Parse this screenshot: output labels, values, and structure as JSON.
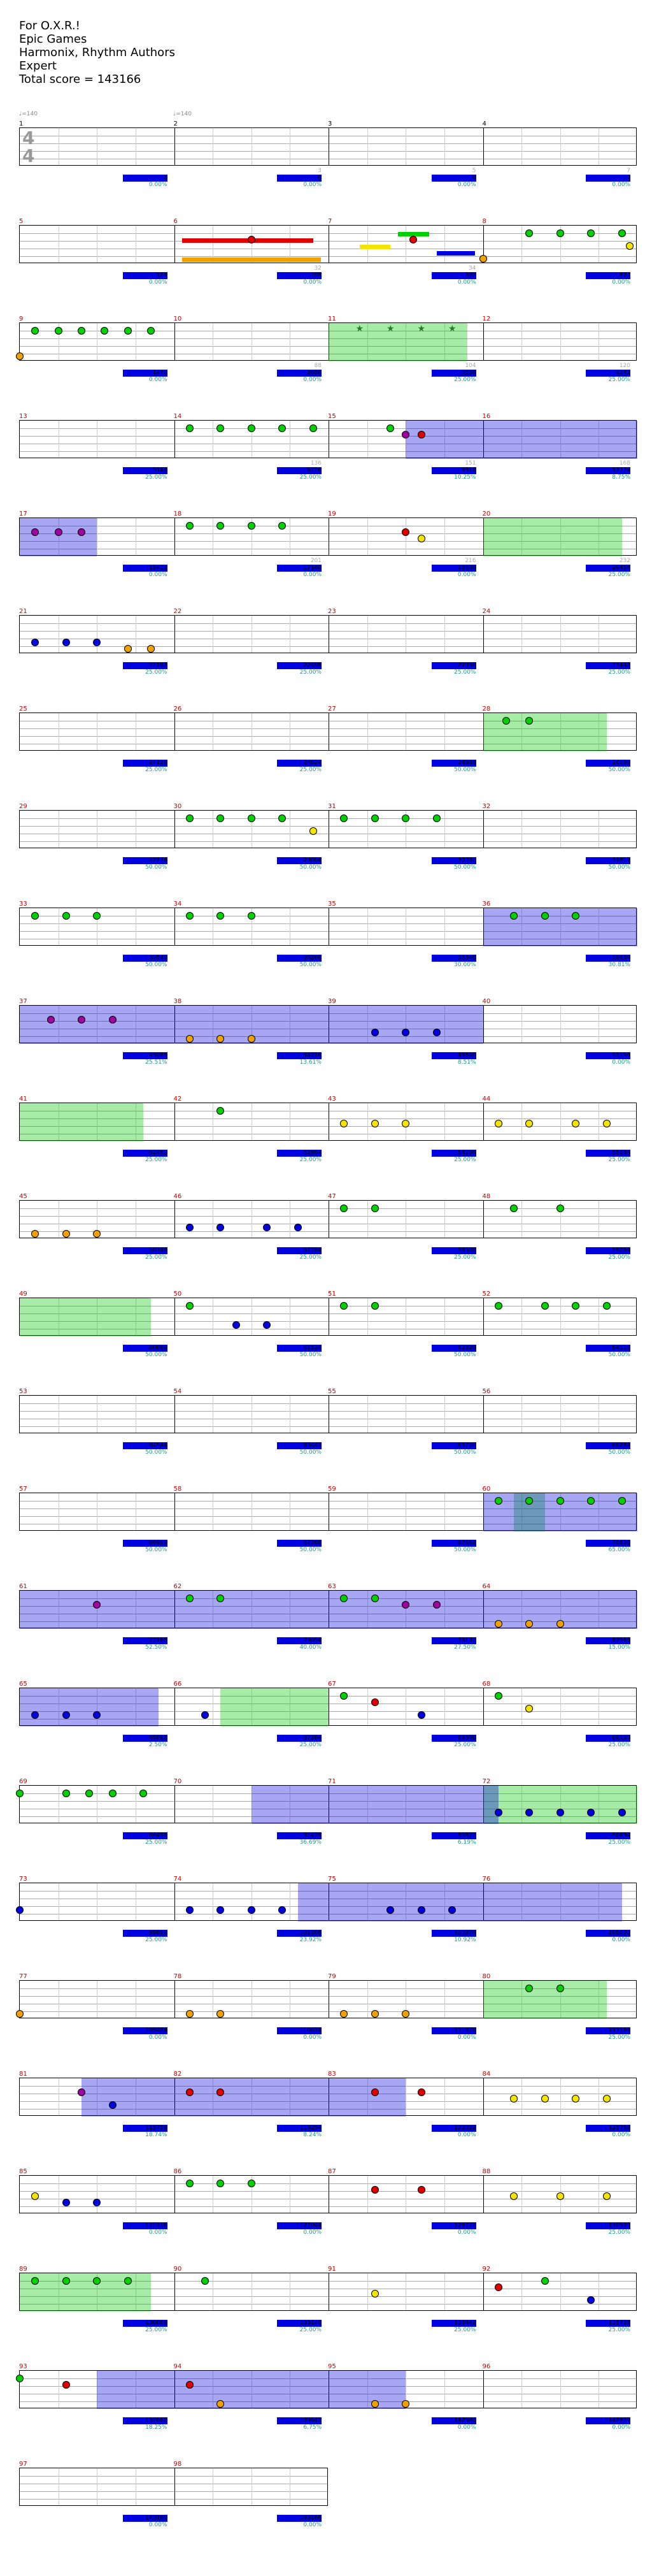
{
  "header": {
    "title": "For O.X.R.!",
    "artist": "Epic Games",
    "charter": "Harmonix, Rhythm Authors",
    "difficulty": "Expert",
    "total_score": "Total score = 143166"
  },
  "tempo": {
    "first": "♩=140",
    "second": "♩=140"
  },
  "timesig": {
    "top": "4",
    "bottom": "4"
  },
  "rows": [
    {
      "measures": [
        "1",
        "2",
        "3",
        "4"
      ],
      "scores": [
        [
          "",
          "0",
          "0.00%"
        ],
        [
          "3",
          "0",
          "0.00%"
        ],
        [
          "5",
          "0",
          "0.00%"
        ],
        [
          "7",
          "0",
          "0.00%"
        ]
      ]
    },
    {
      "measures": [
        "5",
        "6",
        "7",
        "8"
      ],
      "scores": [
        [
          "",
          "128",
          "0.00%"
        ],
        [
          "32",
          "208",
          "0.00%"
        ],
        [
          "34",
          "592",
          "0.00%"
        ],
        [
          "",
          "822",
          "0.00%"
        ]
      ]
    },
    {
      "measures": [
        "9",
        "10",
        "11",
        "12"
      ],
      "scores": [
        [
          "",
          "1470",
          "0.00%"
        ],
        [
          "88",
          "2650",
          "0.00%"
        ],
        [
          "104",
          "3658",
          "25.00%"
        ],
        [
          "120",
          "4242",
          "25.00%"
        ]
      ]
    },
    {
      "measures": [
        "13",
        "14",
        "15",
        "16"
      ],
      "scores": [
        [
          "",
          "5142",
          "25.00%"
        ],
        [
          "136",
          "6726",
          "25.00%"
        ],
        [
          "151",
          "9318",
          "10.25%"
        ],
        [
          "168",
          "12774",
          "8.75%"
        ]
      ]
    },
    {
      "measures": [
        "17",
        "18",
        "19",
        "20"
      ],
      "scores": [
        [
          "",
          "15432",
          "0.00%"
        ],
        [
          "201",
          "17160",
          "0.00%"
        ],
        [
          "216",
          "18688",
          "0.00%"
        ],
        [
          "232",
          "20454",
          "25.00%"
        ]
      ]
    },
    {
      "measures": [
        "21",
        "22",
        "23",
        "24"
      ],
      "scores": [
        [
          "",
          "22182",
          "25.00%"
        ],
        [
          "",
          "22498",
          "25.00%"
        ],
        [
          "",
          "22956",
          "25.00%"
        ],
        [
          "",
          "23442",
          "25.00%"
        ]
      ]
    },
    {
      "measures": [
        "25",
        "26",
        "27",
        "28"
      ],
      "scores": [
        [
          "",
          "24126",
          "25.00%"
        ],
        [
          "",
          "24624",
          "25.00%"
        ],
        [
          "",
          "24988",
          "50.00%"
        ],
        [
          "",
          "26196",
          "50.00%"
        ]
      ]
    },
    {
      "measures": [
        "29",
        "30",
        "31",
        "32"
      ],
      "scores": [
        [
          "",
          "27274",
          "50.00%"
        ],
        [
          "",
          "29004",
          "50.00%"
        ],
        [
          "",
          "30732",
          "50.00%"
        ],
        [
          "",
          "31812",
          "50.00%"
        ]
      ]
    },
    {
      "measures": [
        "33",
        "34",
        "35",
        "36"
      ],
      "scores": [
        [
          "",
          "33540",
          "50.00%"
        ],
        [
          "",
          "35268",
          "50.00%"
        ],
        [
          "",
          "36348",
          "30.00%"
        ],
        [
          "",
          "39684",
          "30.81%"
        ]
      ]
    },
    {
      "measures": [
        "37",
        "38",
        "39",
        "40"
      ],
      "scores": [
        [
          "",
          "43088",
          "25.51%"
        ],
        [
          "",
          "44716",
          "13.61%"
        ],
        [
          "",
          "49848",
          "8.51%"
        ],
        [
          "",
          "51156",
          "0.00%"
        ]
      ]
    },
    {
      "measures": [
        "41",
        "42",
        "43",
        "44"
      ],
      "scores": [
        [
          "",
          "52452",
          "25.00%"
        ],
        [
          "",
          "52964",
          "25.00%"
        ],
        [
          "",
          "54180",
          "25.00%"
        ],
        [
          "",
          "55044",
          "25.00%"
        ]
      ]
    },
    {
      "measures": [
        "45",
        "46",
        "47",
        "48"
      ],
      "scores": [
        [
          "",
          "56348",
          "25.00%"
        ],
        [
          "",
          "57284",
          "25.00%"
        ],
        [
          "",
          "58508",
          "25.00%"
        ],
        [
          "",
          "59064",
          "25.00%"
        ]
      ]
    },
    {
      "measures": [
        "49",
        "50",
        "51",
        "52"
      ],
      "scores": [
        [
          "",
          "60660",
          "50.00%"
        ],
        [
          "",
          "61524",
          "50.00%"
        ],
        [
          "",
          "62820",
          "50.00%"
        ],
        [
          "",
          "64116",
          "50.00%"
        ]
      ]
    },
    {
      "measures": [
        "53",
        "54",
        "55",
        "56"
      ],
      "scores": [
        [
          "",
          "64944",
          "50.00%"
        ],
        [
          "",
          "65442",
          "50.00%"
        ],
        [
          "",
          "65720",
          "50.00%"
        ],
        [
          "",
          "66284",
          "50.00%"
        ]
      ]
    },
    {
      "measures": [
        "57",
        "58",
        "59",
        "60"
      ],
      "scores": [
        [
          "",
          "66999",
          "50.00%"
        ],
        [
          "",
          "67366",
          "50.00%"
        ],
        [
          "",
          "67662",
          "50.00%"
        ],
        [
          "",
          "70836",
          "65.00%"
        ]
      ]
    },
    {
      "measures": [
        "61",
        "62",
        "63",
        "64"
      ],
      "scores": [
        [
          "",
          "72188",
          "52.50%"
        ],
        [
          "",
          "75654",
          "40.00%"
        ],
        [
          "",
          "79132",
          "27.50%"
        ],
        [
          "",
          "82566",
          "15.00%"
        ]
      ]
    },
    {
      "measures": [
        "65",
        "66",
        "67",
        "68"
      ],
      "scores": [
        [
          "",
          "85698",
          "2.50%"
        ],
        [
          "",
          "87264",
          "25.00%"
        ],
        [
          "",
          "89508",
          "25.00%"
        ],
        [
          "",
          "89138",
          "25.00%"
        ]
      ]
    },
    {
      "measures": [
        "69",
        "70",
        "71",
        "72"
      ],
      "scores": [
        [
          "",
          "86496",
          "25.00%"
        ],
        [
          "",
          "91470",
          "36.69%"
        ],
        [
          "",
          "95822",
          "6.19%"
        ],
        [
          "",
          "96694",
          "25.00%"
        ]
      ]
    },
    {
      "measures": [
        "73",
        "74",
        "75",
        "76"
      ],
      "scores": [
        [
          "",
          "99690",
          "25.00%"
        ],
        [
          "",
          "101286",
          "23.92%"
        ],
        [
          "",
          "103970",
          "10.92%"
        ],
        [
          "",
          "108036",
          "0.00%"
        ]
      ]
    },
    {
      "measures": [
        "77",
        "78",
        "79",
        "80"
      ],
      "scores": [
        [
          "",
          "109494",
          "0.00%"
        ],
        [
          "",
          "110674",
          "0.00%"
        ],
        [
          "",
          "111078",
          "0.00%"
        ],
        [
          "",
          "113166",
          "25.00%"
        ]
      ]
    },
    {
      "measures": [
        "81",
        "82",
        "83",
        "84"
      ],
      "scores": [
        [
          "",
          "115758",
          "18.74%"
        ],
        [
          "",
          "118254",
          "8.24%"
        ],
        [
          "",
          "122022",
          "0.00%"
        ],
        [
          "",
          "125758",
          "0.00%"
        ]
      ]
    },
    {
      "measures": [
        "85",
        "86",
        "87",
        "88"
      ],
      "scores": [
        [
          "",
          "125316",
          "0.00%"
        ],
        [
          "",
          "127044",
          "0.00%"
        ],
        [
          "",
          "128772",
          "0.00%"
        ],
        [
          "",
          "130500",
          "25.00%"
        ]
      ]
    },
    {
      "measures": [
        "89",
        "90",
        "91",
        "92"
      ],
      "scores": [
        [
          "",
          "130866",
          "25.00%"
        ],
        [
          "",
          "133140",
          "25.00%"
        ],
        [
          "",
          "134442",
          "25.00%"
        ],
        [
          "",
          "135738",
          "25.00%"
        ]
      ]
    },
    {
      "measures": [
        "93",
        "94",
        "95",
        "96"
      ],
      "scores": [
        [
          "",
          "137682",
          "18.25%"
        ],
        [
          "",
          "139642",
          "6.75%"
        ],
        [
          "",
          "142584",
          "0.00%"
        ],
        [
          "",
          "142872",
          "0.00%"
        ]
      ]
    },
    {
      "measures": [
        "97",
        "98"
      ],
      "scores": [
        [
          "",
          "143160",
          "0.00%"
        ],
        [
          "",
          "143166",
          "0.00%"
        ]
      ]
    }
  ],
  "colors": {
    "green": "#00d000",
    "red": "#e00000",
    "yellow": "#f5e400",
    "blue": "#0000e0",
    "orange": "#f0a000",
    "starpower": "#a0e8a0",
    "overdrive": "#8080ff",
    "score_teal": "#1a9a8a",
    "measure_red": "#c00000"
  },
  "notes": [
    {
      "row": 1,
      "m": 2,
      "type": "sus",
      "lane": "r",
      "from": 0.05,
      "to": 0.9
    },
    {
      "row": 1,
      "m": 2,
      "type": "sus",
      "lane": "o",
      "from": 0.05,
      "to": 0.95
    },
    {
      "row": 1,
      "m": 3,
      "type": "sus",
      "lane": "g",
      "from": 0.45,
      "to": 0.65
    },
    {
      "row": 1,
      "m": 3,
      "type": "sus",
      "lane": "y",
      "from": 0.2,
      "to": 0.4
    },
    {
      "row": 1,
      "m": 3,
      "type": "sus",
      "lane": "b",
      "from": 0.7,
      "to": 0.95
    }
  ]
}
